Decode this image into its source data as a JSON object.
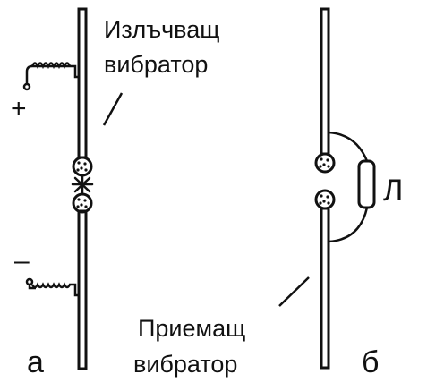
{
  "diagram": {
    "colors": {
      "ink": "#111111",
      "background": "#ffffff"
    },
    "transmitter": {
      "label_line1": "Излъчващ",
      "label_line2": "вибратор",
      "plus_sign": "+",
      "minus_sign": "–",
      "panel_label": "а"
    },
    "receiver": {
      "label_line1": "Приемащ",
      "label_line2": "вибратор",
      "lamp_label": "Л",
      "panel_label": "б"
    }
  }
}
